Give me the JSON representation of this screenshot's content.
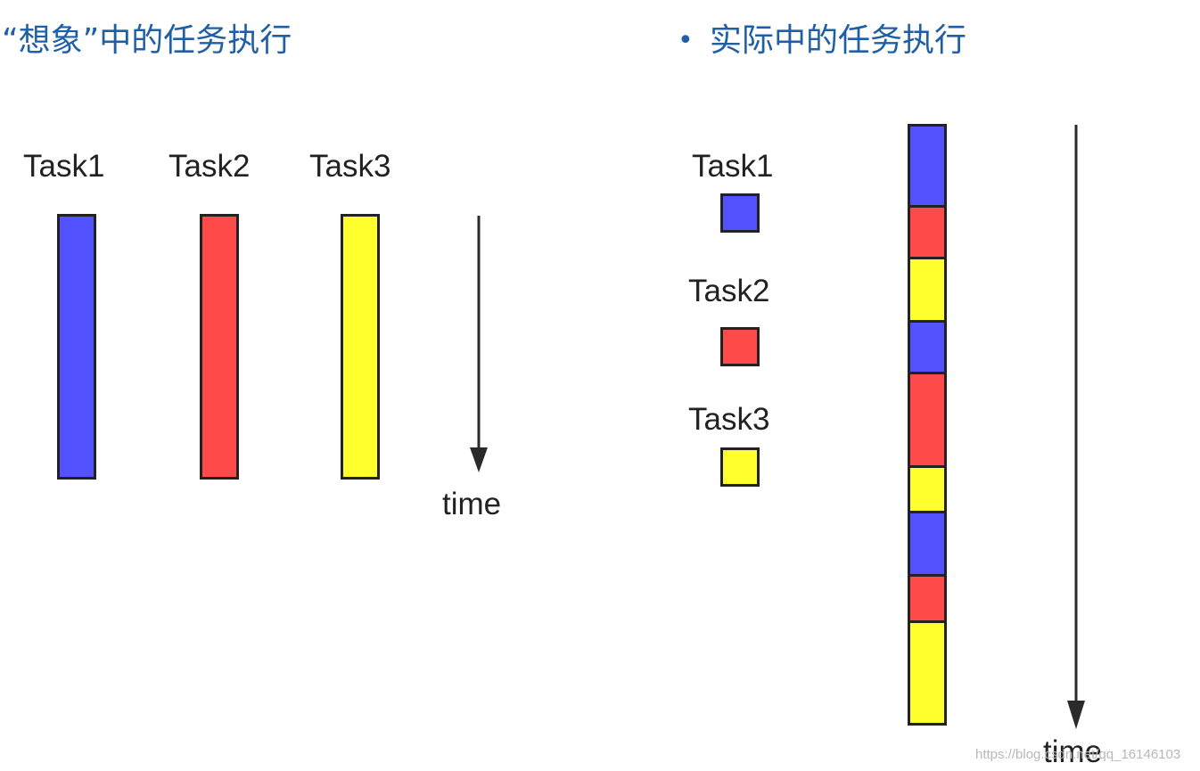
{
  "left_panel": {
    "title": "“想象”中的任务执行",
    "tasks": [
      {
        "label": "Task1",
        "color": "#5252ff"
      },
      {
        "label": "Task2",
        "color": "#ff4a4a"
      },
      {
        "label": "Task3",
        "color": "#ffff2e"
      }
    ],
    "time_label": "time"
  },
  "right_panel": {
    "bullet": "•",
    "title": "实际中的任务执行",
    "legend": [
      {
        "label": "Task1",
        "color": "#5252ff"
      },
      {
        "label": "Task2",
        "color": "#ff4a4a"
      },
      {
        "label": "Task3",
        "color": "#ffff2e"
      }
    ],
    "timeline_segments": [
      {
        "task": "Task1",
        "color": "#5252ff",
        "duration": 92
      },
      {
        "task": "Task2",
        "color": "#ff4a4a",
        "duration": 58
      },
      {
        "task": "Task3",
        "color": "#ffff2e",
        "duration": 72
      },
      {
        "task": "Task1",
        "color": "#5252ff",
        "duration": 58
      },
      {
        "task": "Task2",
        "color": "#ff4a4a",
        "duration": 106
      },
      {
        "task": "Task3",
        "color": "#ffff2e",
        "duration": 52
      },
      {
        "task": "Task1",
        "color": "#5252ff",
        "duration": 72
      },
      {
        "task": "Task2",
        "color": "#ff4a4a",
        "duration": 52
      },
      {
        "task": "Task3",
        "color": "#ffff2e",
        "duration": 113
      }
    ],
    "time_label": "time"
  },
  "watermark": "https://blog.csdn.net/qq_16146103"
}
